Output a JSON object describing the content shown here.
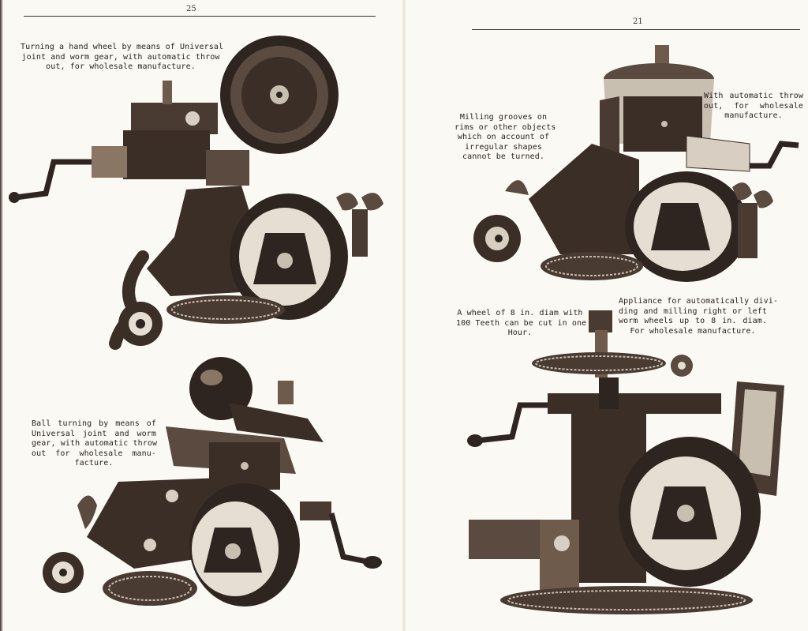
{
  "left_page": {
    "page_number": "25",
    "figures": [
      {
        "name": "hand-wheel-turning",
        "caption_lines": [
          "Turning a hand wheel by means of Universal",
          "joint and worm gear, with automatic throw",
          "out, for wholesale manufacture."
        ]
      },
      {
        "name": "ball-turning",
        "caption_lines": [
          "Ball turning by means of",
          "Universal joint and worm",
          "gear, with automatic throw",
          "out for wholesale manu-",
          "facture."
        ]
      }
    ]
  },
  "right_page": {
    "page_number": "21",
    "figures": [
      {
        "name": "milling-grooves",
        "caption_lines": [
          "Milling grooves on",
          "rims or other objects",
          "which on account of",
          "irregular shapes",
          "cannot be turned."
        ],
        "side_caption_lines": [
          "With automatic throw",
          "out,   for   wholesale",
          "manufacture."
        ]
      },
      {
        "name": "worm-wheel-dividing",
        "caption_lines": [
          "A wheel of 8 in. diam with",
          "100 Teeth can be cut in one",
          "Hour."
        ],
        "side_caption_lines": [
          "Appliance for automatically divi-",
          "ding and milling right or left",
          "worm wheels up to 8 in. diam.",
          "For wholesale manufacture."
        ]
      }
    ]
  },
  "colors": {
    "paper": "#fbf9f4",
    "ink": "#2a2220",
    "metal_dark": "#3b2e26",
    "metal_mid": "#6e5b4c",
    "metal_light": "#c9bfb1"
  }
}
